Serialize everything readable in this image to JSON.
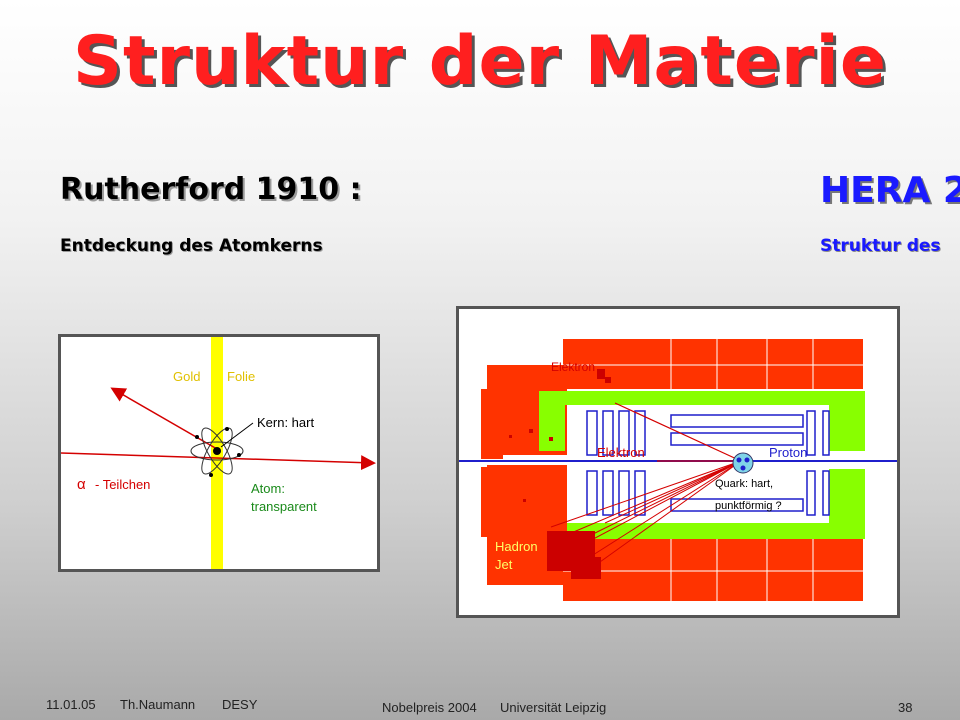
{
  "title": "Struktur der Materie",
  "left": {
    "heading": "Rutherford 1910 :",
    "subheading": "Entdeckung des Atomkerns",
    "figure": {
      "foil_label_gold": "Gold",
      "foil_label_folie": "Folie",
      "kern_label": "Kern: hart",
      "alpha_symbol": "α",
      "alpha_label": "- Teilchen",
      "atom_label_line1": "Atom:",
      "atom_label_line2": "transparent"
    }
  },
  "right": {
    "heading": "HERA 2",
    "subheading": "Struktur des",
    "figure": {
      "elektron_top": "Elektron",
      "elektron_inner": "Elektron",
      "proton": "Proton",
      "quark_line1": "Quark: hart,",
      "quark_line2": "punktförmig ?",
      "hadron_line1": "Hadron",
      "hadron_line2": "Jet"
    }
  },
  "footer": {
    "date": "11.01.05",
    "author": "Th.Naumann",
    "org": "DESY",
    "event": "Nobelpreis  2004",
    "university": "Universität  Leipzig",
    "page": "38"
  },
  "colors": {
    "title": "#ff1f1f",
    "heading_right": "#1a1aff",
    "foil": "#ffff00",
    "calorimeter_red": "#ff3300",
    "calorimeter_green": "#88ff00",
    "beam_blue": "#1f1fcc"
  }
}
